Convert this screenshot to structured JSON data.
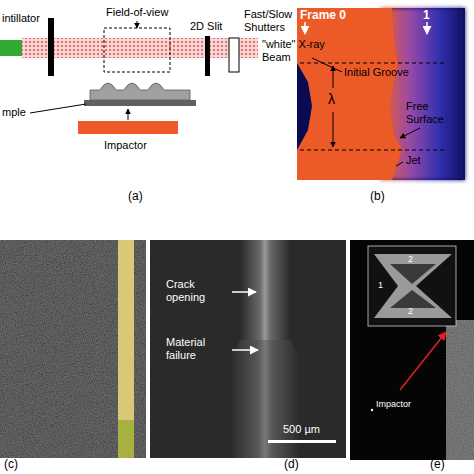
{
  "diagram": {
    "labels": [
      "intillator",
      "Field-of-view",
      "2D Slit",
      "Fast/Slow Shutters",
      "\"white\" X-ray Beam",
      "mple",
      "Impactor",
      "(a)",
      "Frame 0",
      "1",
      "Initial Groove",
      "λ",
      "Free Surface",
      "Jet",
      "(b)",
      "(c)",
      "Crack opening",
      "Material failure",
      "500 µm",
      "(d)",
      "2",
      "1",
      "2",
      "Impactor",
      "(e)"
    ]
  }
}
